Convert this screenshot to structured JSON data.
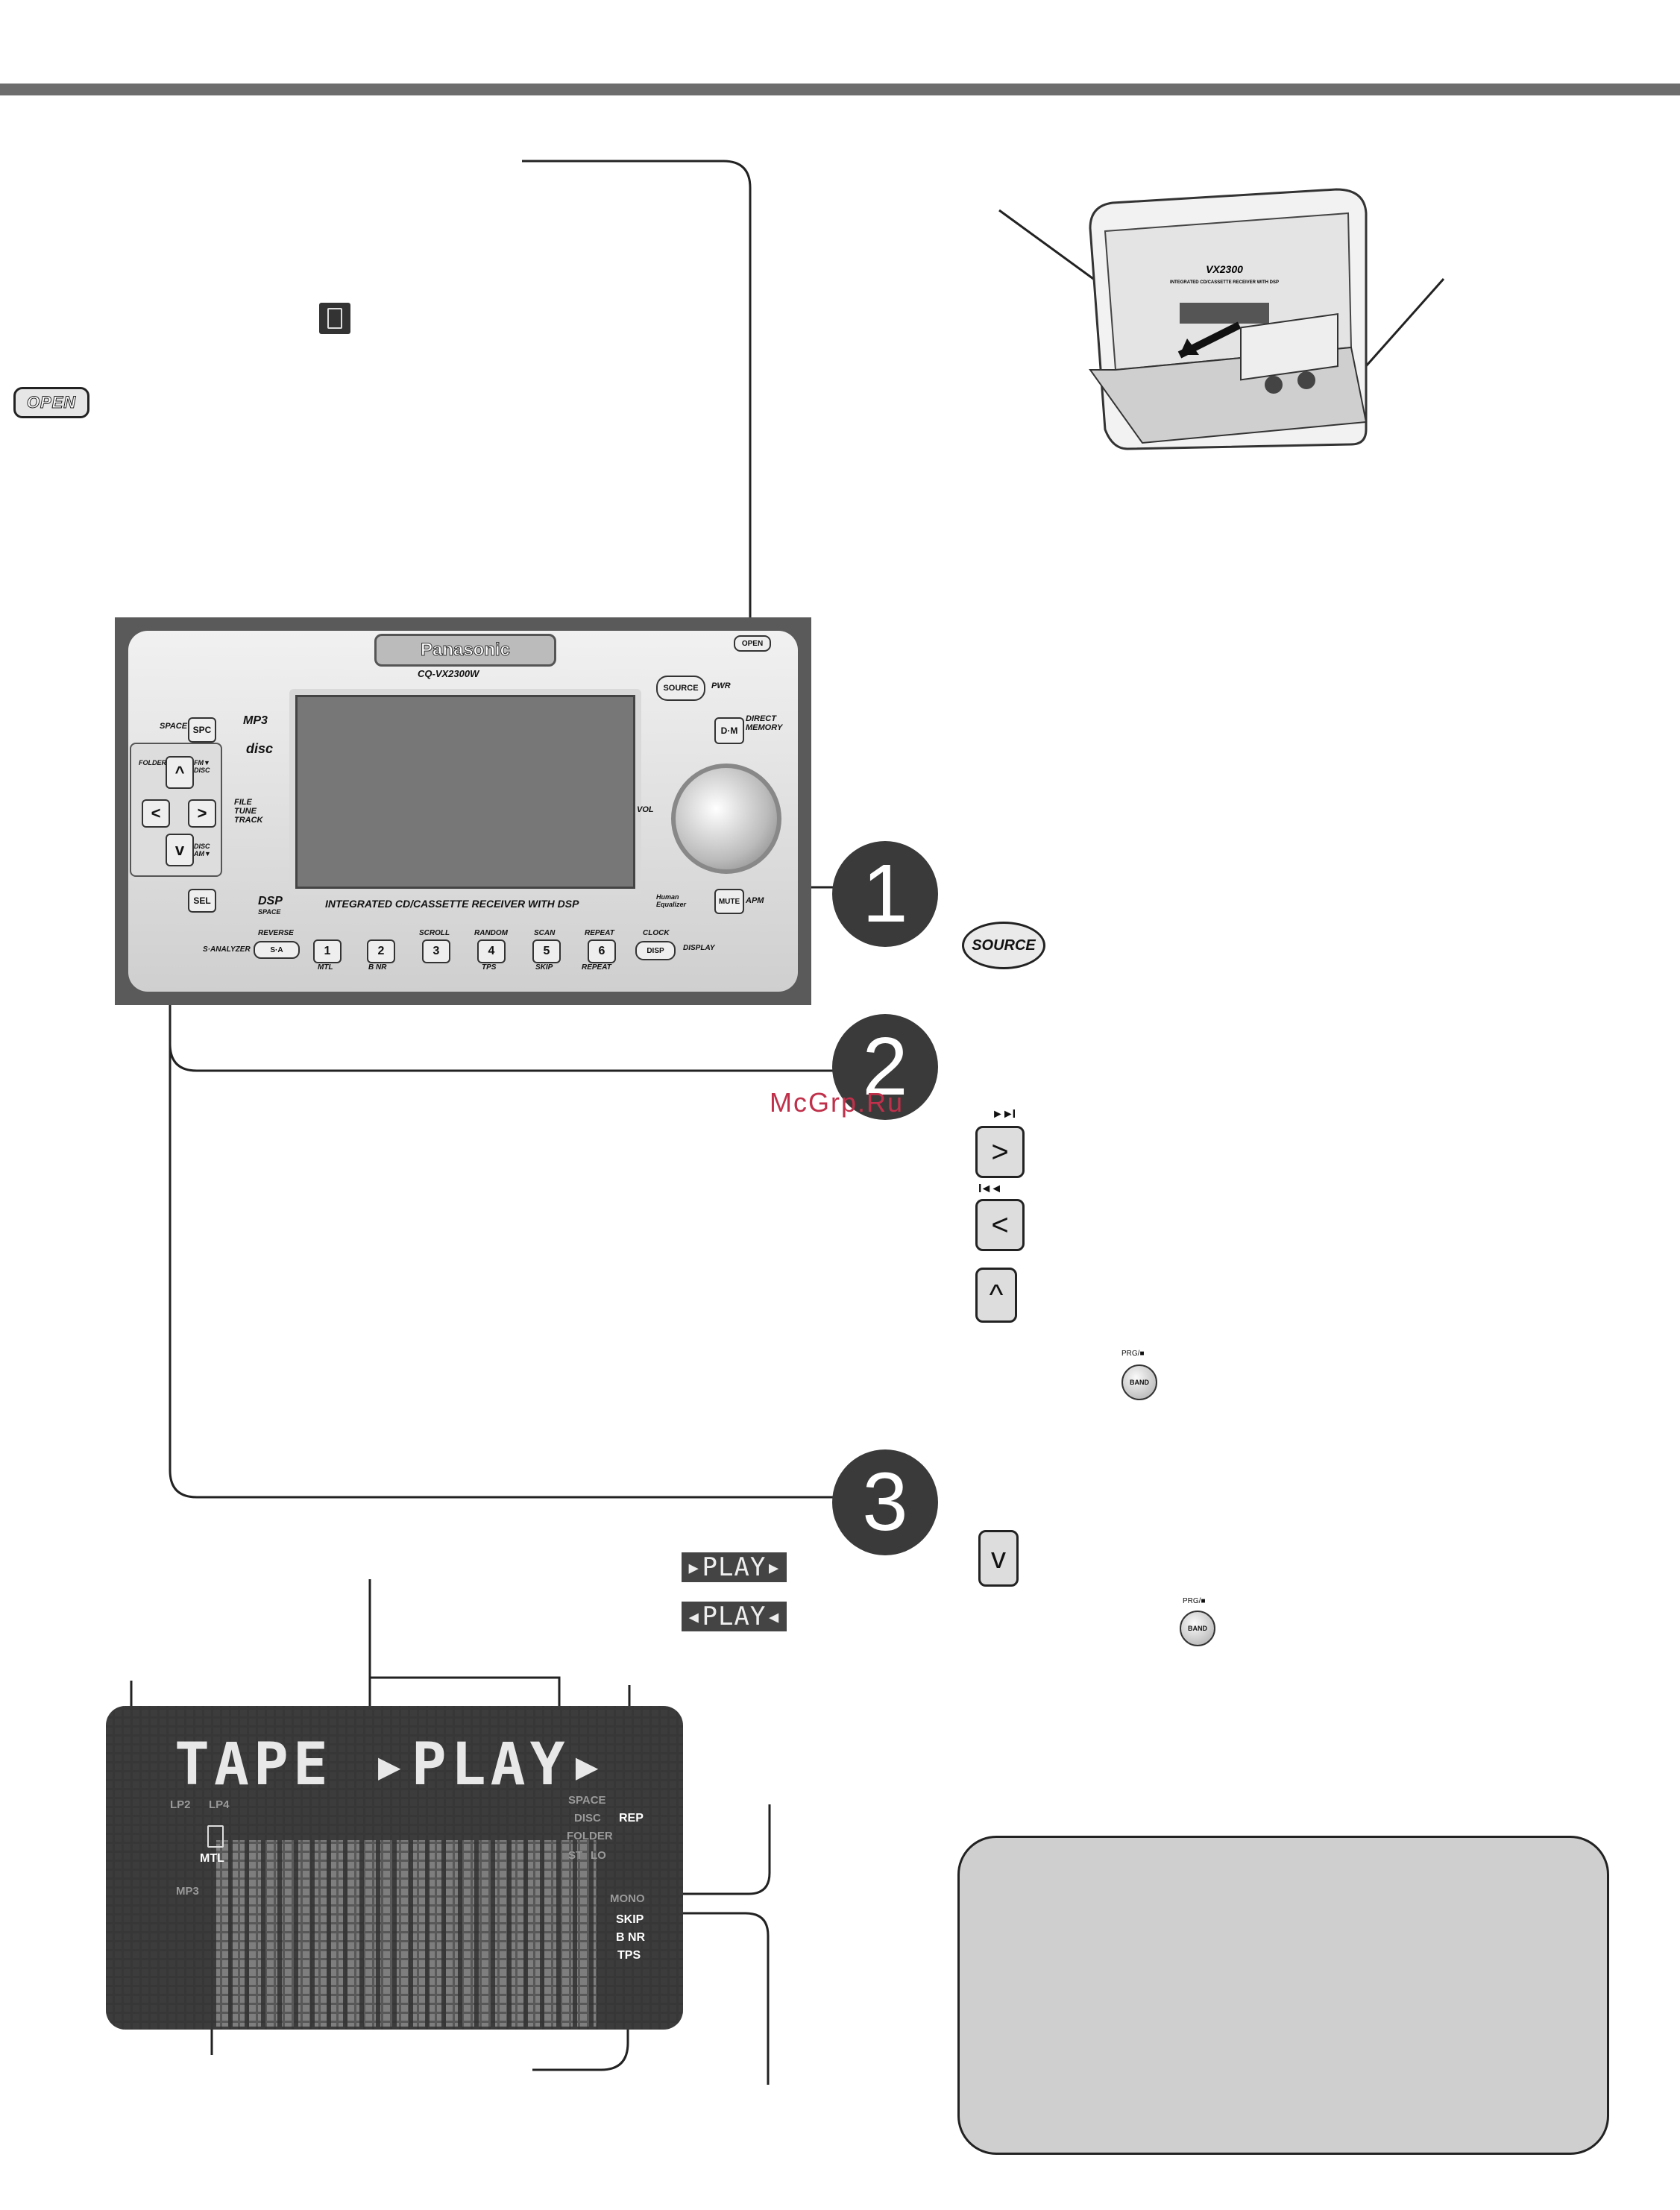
{
  "header": {
    "rule_color": "#6d6d6d"
  },
  "open_button": {
    "label": "OPEN"
  },
  "cassette_label": {
    "model": "VX2300",
    "sub": "INTEGRATED CD/CASSETTE RECEIVER WITH DSP"
  },
  "unit": {
    "brand": "Panasonic",
    "model": "CQ-VX2300W",
    "caption": "INTEGRATED CD/CASSETTE RECEIVER WITH DSP",
    "mp3": "MP3",
    "disc": "disc",
    "open": "OPEN",
    "source": "SOURCE",
    "pwr": "PWR",
    "dm": "D·M",
    "direct_memory": "DIRECT MEMORY",
    "vol": "VOL",
    "mute": "MUTE",
    "apm": "APM",
    "space": "SPACE",
    "spc": "SPC",
    "folder": "FOLDER",
    "fm_disc": "FM▼ DISC",
    "disc_am": "DISC AM▼",
    "file_tune_track": "FILE TUNE TRACK",
    "sel": "SEL",
    "dsp": "DSP",
    "dsp_space": "SPACE",
    "human_eq": "Human Equalizer",
    "s_analyzer": "S·ANALYZER",
    "reverse": "REVERSE",
    "sa": "S·A",
    "display": "DISPLAY",
    "clock": "CLOCK",
    "disp": "DISP",
    "presets": [
      {
        "num": "1",
        "top": "",
        "bottom": "MTL"
      },
      {
        "num": "2",
        "top": "",
        "bottom": "B NR"
      },
      {
        "num": "3",
        "top": "SCROLL",
        "bottom": ""
      },
      {
        "num": "4",
        "top": "RANDOM",
        "bottom": "TPS"
      },
      {
        "num": "5",
        "top": "SCAN",
        "bottom": "SKIP"
      },
      {
        "num": "6",
        "top": "REPEAT",
        "bottom": "REPEAT"
      }
    ]
  },
  "steps": {
    "one": "1",
    "two": "2",
    "three": "3"
  },
  "watermark": "McGrp.Ru",
  "right_controls": {
    "source": "SOURCE",
    "next_symbol": "►►I",
    "prev_symbol": "I◄◄",
    "next_key": ">",
    "prev_key": "<",
    "up_key": "^",
    "down_key": "v",
    "prg_label": "PRG/■",
    "band": "BAND"
  },
  "play_badges": {
    "forward": "▸PLAY▸",
    "reverse": "◂PLAY◂"
  },
  "lcd": {
    "main_text": "TAPE ▸PLAY▸",
    "lp2": "LP2",
    "lp4": "LP4",
    "space": "SPACE",
    "disc": "DISC",
    "folder": "FOLDER",
    "st": "ST",
    "lo": "LO",
    "mp3": "MP3",
    "mono": "MONO",
    "rep": "REP",
    "skip": "SKIP",
    "bnr": "B NR",
    "tps": "TPS",
    "mtl": "MTL"
  }
}
